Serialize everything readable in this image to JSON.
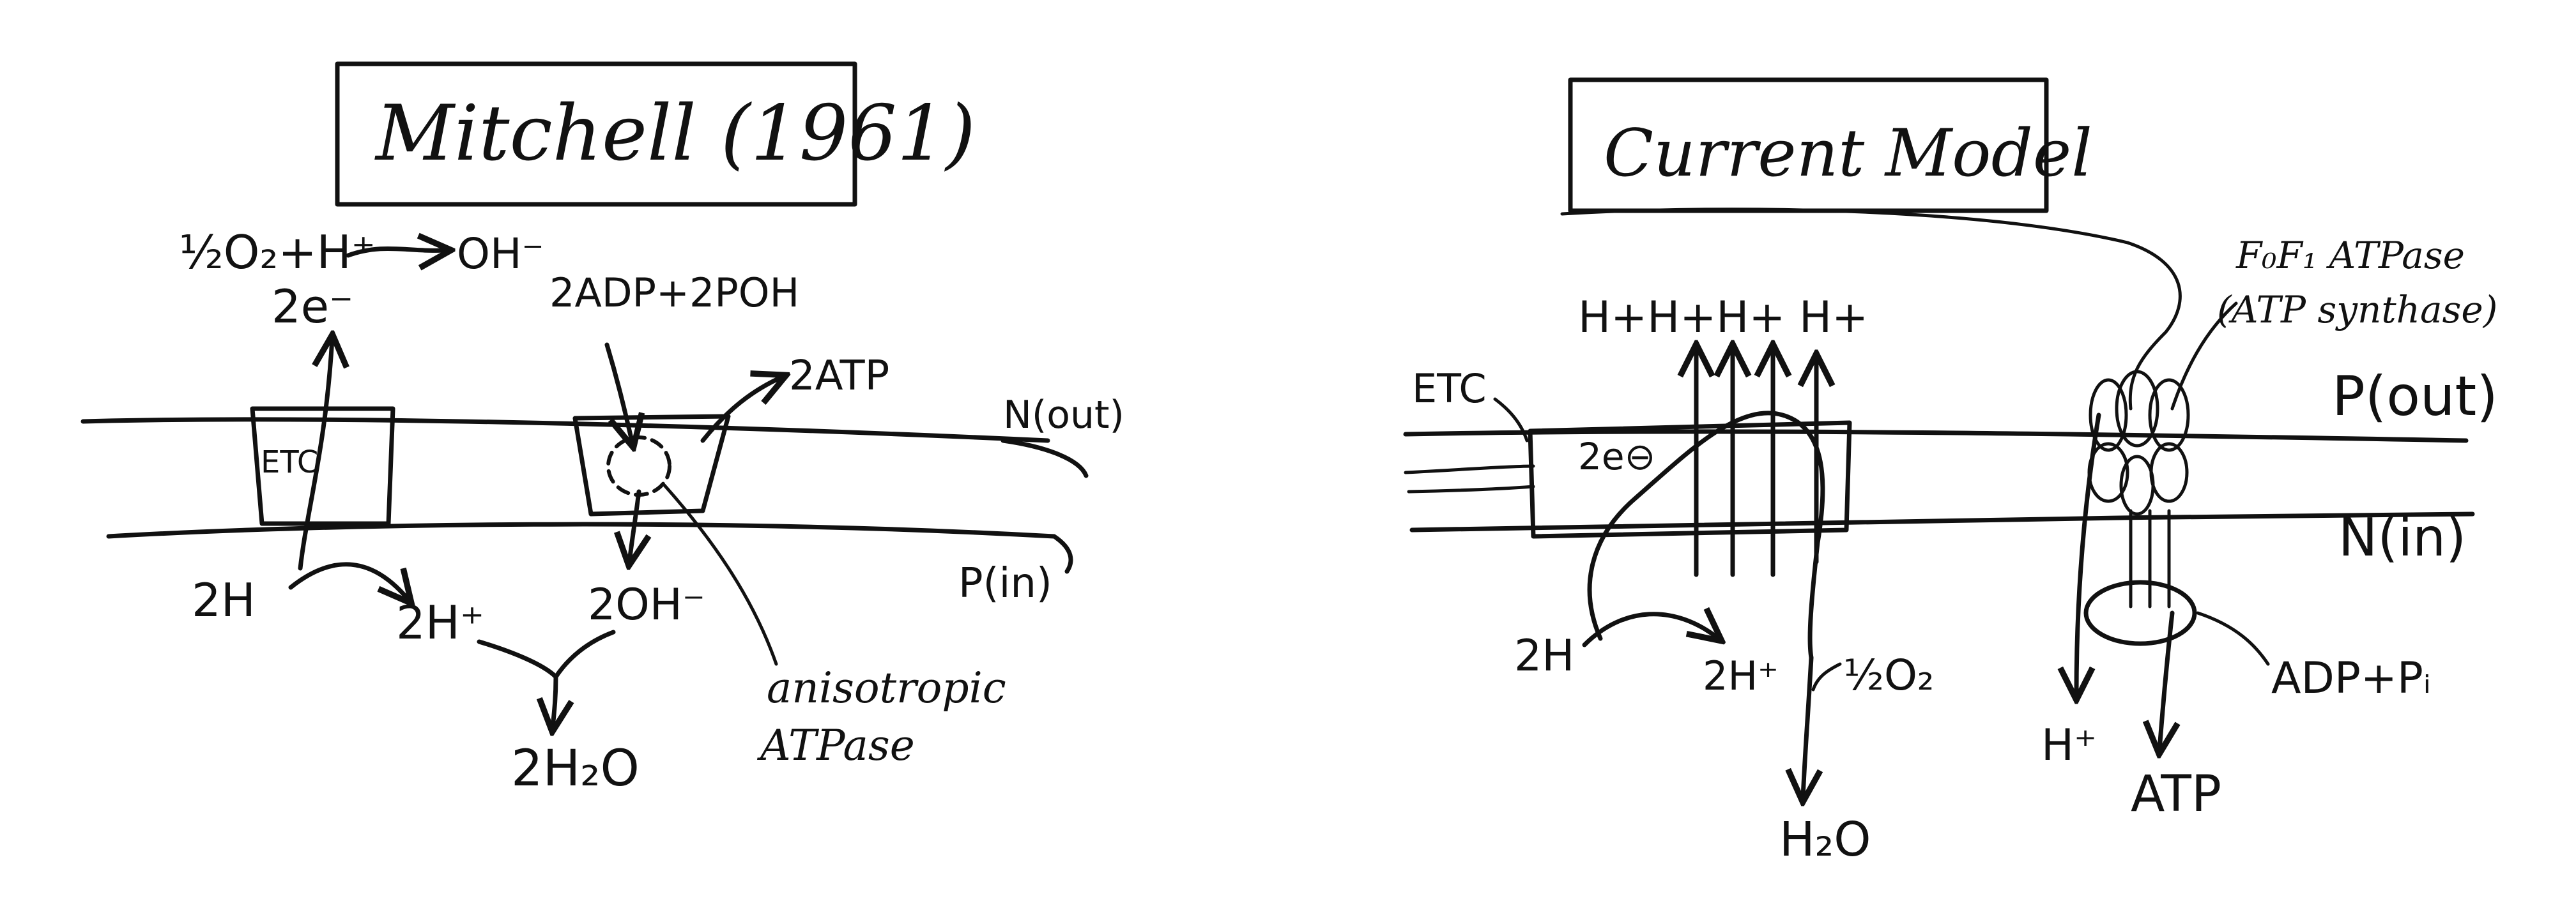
{
  "left_panel": {
    "title": "Mitchell (1961)",
    "labels": {
      "oxygen_reaction": "½O₂+H⁺",
      "oh_product": "OH⁻",
      "electrons": "2e⁻",
      "substrates": "2ADP+2POH",
      "atp": "2ATP",
      "etc": "ETC",
      "out_side": "N(out)",
      "in_side": "P(in)",
      "two_h": "2H",
      "two_h_plus": "2H⁺",
      "two_oh": "2OH⁻",
      "water": "2H₂O",
      "atpase_line1": "anisotropic",
      "atpase_line2": "ATPase"
    }
  },
  "right_panel": {
    "title": "Current Model",
    "labels": {
      "protons": "H+H+H+ H+",
      "etc": "ETC",
      "electrons": "2e⊖",
      "synthase_line1": "F₀F₁ ATPase",
      "synthase_line2": "(ATP synthase)",
      "out_side": "P(out)",
      "in_side": "N(in)",
      "two_h": "2H",
      "two_h_plus": "2H⁺",
      "oxygen": "½O₂",
      "water": "H₂O",
      "proton_return": "H⁺",
      "substrates": "ADP+Pᵢ",
      "atp": "ATP"
    }
  }
}
